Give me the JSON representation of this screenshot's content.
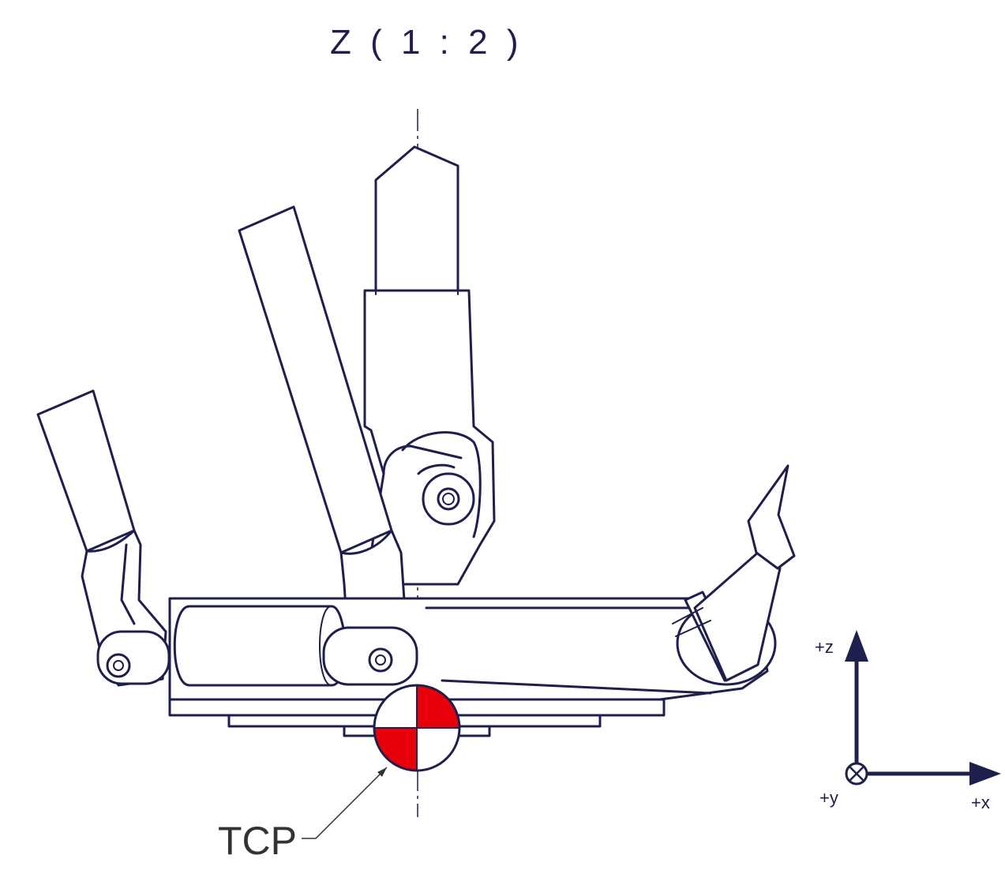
{
  "view": {
    "title": "Z ( 1 : 2 )"
  },
  "tcp": {
    "label": "TCP",
    "color_red": "#e8000b",
    "color_white": "#ffffff"
  },
  "axes": {
    "x_label": "+x",
    "y_label": "+y",
    "z_label": "+z"
  },
  "colors": {
    "line": "#1f1f4d"
  }
}
